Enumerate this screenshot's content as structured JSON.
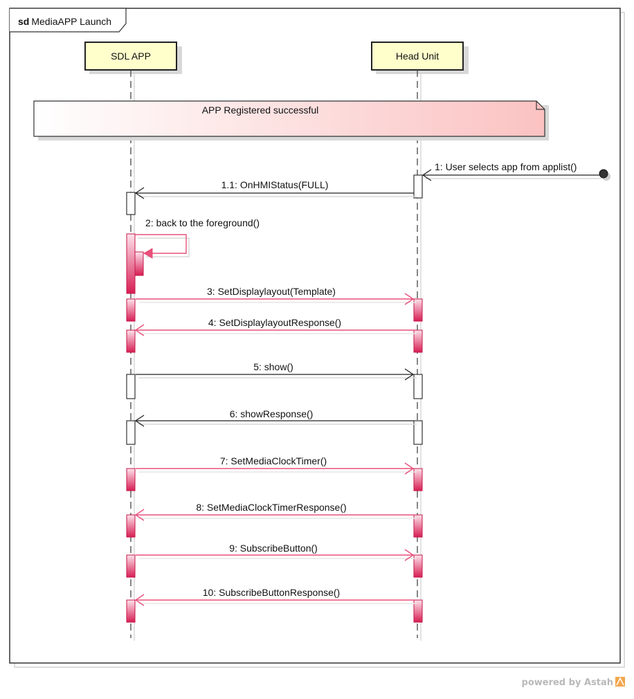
{
  "frame": {
    "keyword": "sd",
    "name": "MediaAPP Launch"
  },
  "lifelines": [
    {
      "id": "app",
      "label": "SDL APP"
    },
    {
      "id": "hu",
      "label": "Head Unit"
    }
  ],
  "note": {
    "text": "APP Registered successful"
  },
  "messages": [
    {
      "label": "1: User selects app from applist()",
      "from": "found",
      "to": "hu",
      "kind": "sync",
      "highlight": false
    },
    {
      "label": "1.1: OnHMIStatus(FULL)",
      "from": "hu",
      "to": "app",
      "kind": "async",
      "highlight": false
    },
    {
      "label": "2: back to the foreground()",
      "from": "app",
      "to": "app",
      "kind": "self",
      "highlight": true
    },
    {
      "label": "3: SetDisplaylayout(Template)",
      "from": "app",
      "to": "hu",
      "kind": "async",
      "highlight": true
    },
    {
      "label": "4: SetDisplaylayoutResponse()",
      "from": "hu",
      "to": "app",
      "kind": "async",
      "highlight": true
    },
    {
      "label": "5: show()",
      "from": "app",
      "to": "hu",
      "kind": "async",
      "highlight": false
    },
    {
      "label": "6: showResponse()",
      "from": "hu",
      "to": "app",
      "kind": "async",
      "highlight": false
    },
    {
      "label": "7: SetMediaClockTimer()",
      "from": "app",
      "to": "hu",
      "kind": "async",
      "highlight": true
    },
    {
      "label": "8: SetMediaClockTimerResponse()",
      "from": "hu",
      "to": "app",
      "kind": "async",
      "highlight": true
    },
    {
      "label": "9: SubscribeButton()",
      "from": "app",
      "to": "hu",
      "kind": "async",
      "highlight": true
    },
    {
      "label": "10: SubscribeButtonResponse()",
      "from": "hu",
      "to": "app",
      "kind": "async",
      "highlight": true
    }
  ],
  "watermark": {
    "text": "powered by Astah"
  },
  "colors": {
    "frame": "#333333",
    "lifeline_head_fill": "#ffffcc",
    "note_fill_left": "#ffffff",
    "note_fill_right": "#fbc6c6",
    "highlight": "#e8507a",
    "highlight_fill_top": "#fde0ea",
    "highlight_fill_bottom": "#d81e54",
    "normal": "#222222",
    "shadow": "#d8d8d8"
  }
}
